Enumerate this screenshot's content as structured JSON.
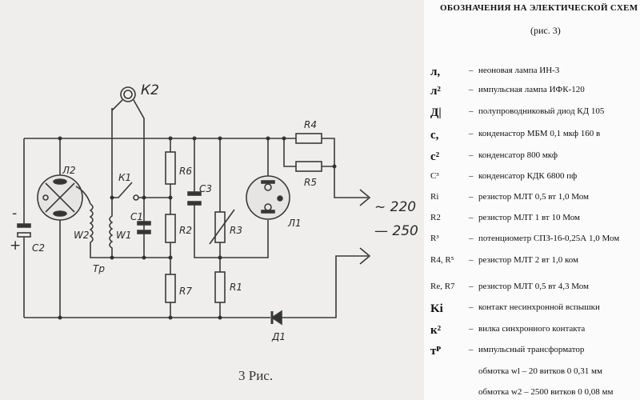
{
  "diagram": {
    "labels": {
      "L2": "Л2",
      "K2": "К2",
      "K1": "К1",
      "C1": "С1",
      "C2": "С2",
      "C3": "С3",
      "W1": "W1",
      "W2": "W2",
      "Tp": "Тр",
      "R1": "R1",
      "R2": "R2",
      "R3": "R3",
      "R4": "R4",
      "R5": "R5",
      "R6": "R6",
      "R7": "R7",
      "L1": "Л1",
      "D1": "Д1",
      "minus": "-",
      "plus": "+",
      "ac": "~ 220",
      "dc": "— 250"
    },
    "caption": "3 Рис."
  },
  "legend": {
    "title": "ОБОЗНАЧЕНИЯ НА ЭЛЕКТИЧЕСКОЙ СХЕМ",
    "subtitle": "(рис. 3)",
    "dash": "–",
    "items": [
      {
        "symbol": "л,",
        "text": "неоновая лампа ИН-3"
      },
      {
        "symbol": "л²",
        "text": "импульсная лампа ИФК-120"
      },
      {
        "symbol": "Д|",
        "text": "полупроводниковый диод КД 105"
      },
      {
        "symbol": "с,",
        "text": "конденастор МБМ 0,1 мкф 160 в"
      },
      {
        "symbol": "с²",
        "text": "конденсатор 800 мкф"
      },
      {
        "symbol": "C³",
        "text": "конденсатор КДК 6800 пф"
      },
      {
        "symbol": "Ri",
        "text": "резистор МЛТ 0,5 вт 1,0 Мом"
      },
      {
        "symbol": "R2",
        "text": "резистор МЛТ 1 вт 10 Мом"
      },
      {
        "symbol": "R³",
        "text": "потенциометр СПЗ-16-0,25А 1,0 Мом"
      },
      {
        "symbol": "R4, R⁵",
        "text": "резистор МЛТ 2 вт 1,0 ком"
      },
      {
        "symbol": "Re, R7",
        "text": "резистор МЛТ 0,5 вт 4,3 Мом"
      },
      {
        "symbol": "Ki",
        "text": "контакт несинхронной вспышки"
      },
      {
        "symbol": "к²",
        "text": "вилка синхронного контакта"
      },
      {
        "symbol": "тᴾ",
        "text": "импульсный трансформатор"
      }
    ],
    "windings": [
      "обмотка wl – 20 витков 0 0,31 мм",
      "обмотка w2 – 2500 витков 0 0,08 мм"
    ]
  }
}
